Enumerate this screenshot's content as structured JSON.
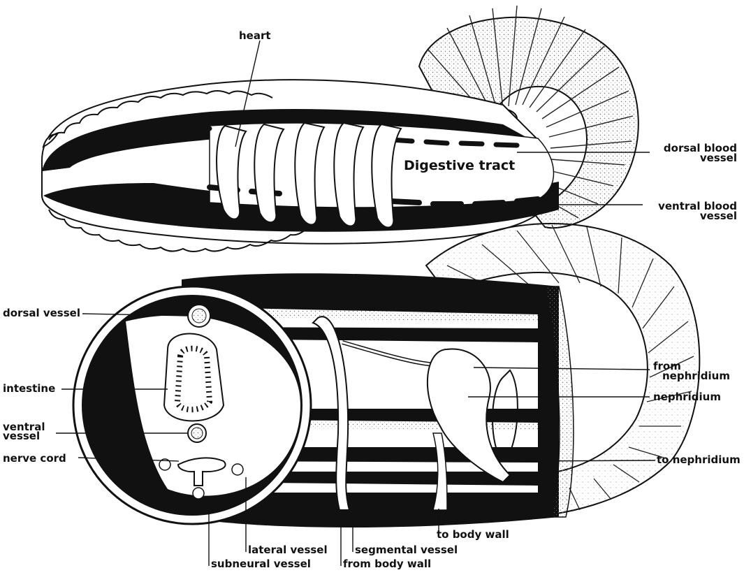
{
  "labels": {
    "heart": "heart",
    "dorsal_blood_vessel_1": "dorsal blood",
    "dorsal_blood_vessel_2": "vessel",
    "digestive_tract": "Digestive tract",
    "ventral_blood_vessel_1": "ventral blood",
    "ventral_blood_vessel_2": "vessel",
    "dorsal_vessel": "dorsal vessel",
    "from_nephridium_1": "from",
    "from_nephridium_2": "nephridium",
    "intestine": "intestine",
    "nephridium": "nephridium",
    "ventral_vessel_1": "ventral",
    "ventral_vessel_2": "vessel",
    "nerve_cord": "nerve cord",
    "to_nephridium": "to nephridium",
    "to_body_wall": "to body wall",
    "lateral_vessel": "lateral vessel",
    "segmental_vessel": "segmental vessel",
    "subneural_vessel": "subneural vessel",
    "from_body_wall": "from body wall"
  },
  "colors": {
    "ink": "#111111",
    "paper": "#ffffff",
    "stipple": "#9a9a9a"
  }
}
